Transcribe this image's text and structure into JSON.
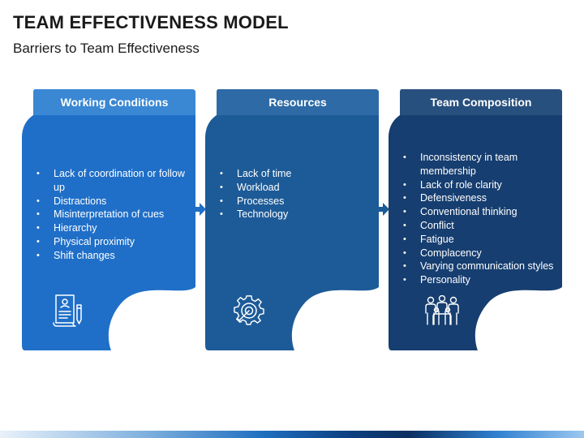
{
  "title": "TEAM EFFECTIVENESS MODEL",
  "subtitle": "Barriers to Team Effectiveness",
  "colors": {
    "card1_head": "#3a87d4",
    "card1_body": "#1f6fc8",
    "card2_head": "#2d6aa6",
    "card2_body": "#1d5b98",
    "card3_head": "#28507e",
    "card3_body": "#163e70"
  },
  "cards": [
    {
      "title": "Working Conditions",
      "icon": "document-certificate-icon",
      "items": [
        "Lack of coordination or follow up",
        "Distractions",
        "Misinterpretation of cues",
        "Hierarchy",
        "Physical proximity",
        "Shift changes"
      ]
    },
    {
      "title": "Resources",
      "icon": "gear-target-icon",
      "items": [
        "Lack of time",
        "Workload",
        "Processes",
        "Technology"
      ]
    },
    {
      "title": "Team Composition",
      "icon": "team-people-icon",
      "items": [
        "Inconsistency in team membership",
        "Lack of role clarity",
        "Defensiveness",
        "Conventional thinking",
        "Conflict",
        "Fatigue",
        "Complacency",
        "Varying communication styles",
        "Personality"
      ]
    }
  ]
}
